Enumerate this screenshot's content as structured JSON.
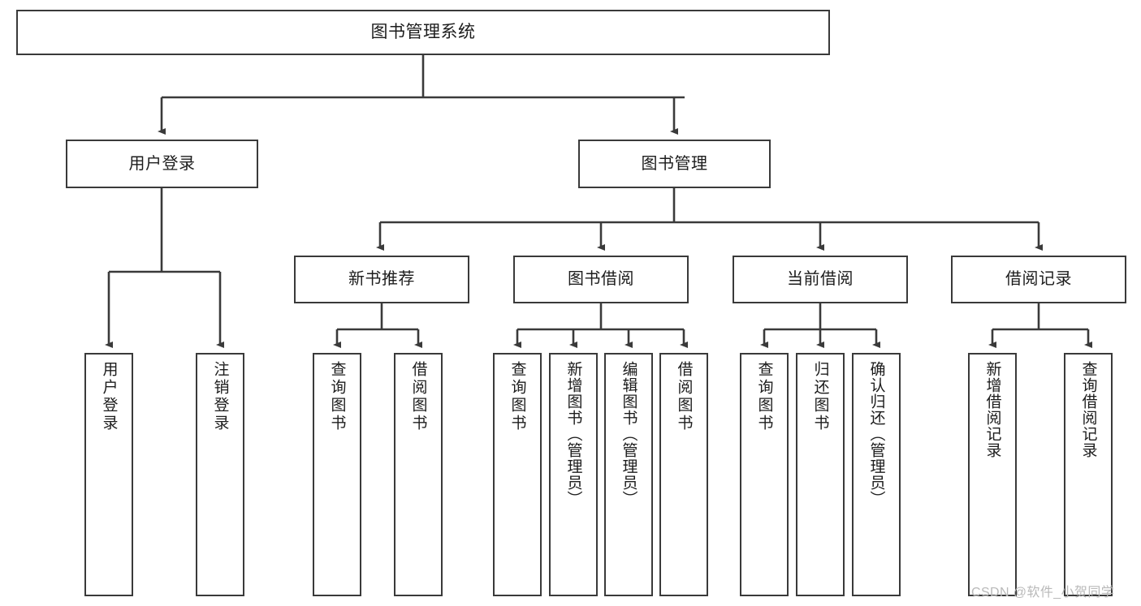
{
  "diagram": {
    "type": "tree",
    "title": "图书管理系统",
    "watermark": "CSDN @软件_小贺同学",
    "colors": {
      "box_border": "#3a3a3a",
      "box_fill": "#ffffff",
      "connector": "#3a3a3a",
      "text": "#1c1c1c",
      "watermark": "#b9b9b9"
    },
    "root": {
      "label": "图书管理系统"
    },
    "level2": [
      {
        "label": "用户登录"
      },
      {
        "label": "图书管理"
      }
    ],
    "level3": [
      {
        "label": "新书推荐"
      },
      {
        "label": "图书借阅"
      },
      {
        "label": "当前借阅"
      },
      {
        "label": "借阅记录"
      }
    ],
    "leaves": {
      "user_login": [
        {
          "label": "用户登录"
        },
        {
          "label": "注销登录"
        }
      ],
      "new_book_recommend": [
        {
          "label": "查询图书"
        },
        {
          "label": "借阅图书"
        }
      ],
      "book_borrow": [
        {
          "label": "查询图书"
        },
        {
          "label": "新增图书（管理员）"
        },
        {
          "label": "编辑图书（管理员）"
        },
        {
          "label": "借阅图书"
        }
      ],
      "current_borrow": [
        {
          "label": "查询图书"
        },
        {
          "label": "归还图书"
        },
        {
          "label": "确认归还（管理员）"
        }
      ],
      "borrow_record": [
        {
          "label": "新增借阅记录"
        },
        {
          "label": "查询借阅记录"
        }
      ]
    }
  }
}
